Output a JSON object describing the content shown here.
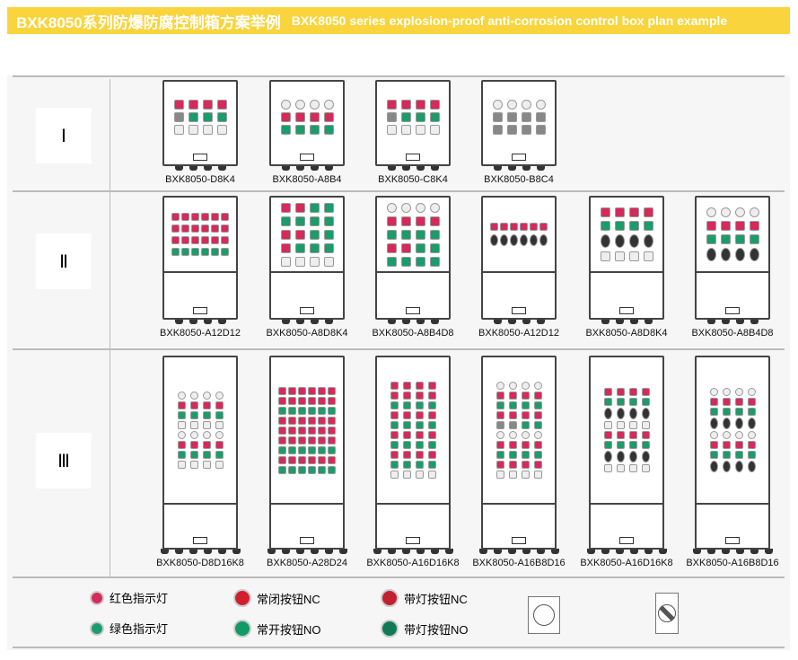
{
  "header": {
    "title_cn": "BXK8050系列防爆防腐控制箱方案举例",
    "title_en": "BXK8050 series explosion-proof anti-corrosion control box plan example"
  },
  "rows": [
    {
      "numeral": "Ⅰ",
      "models": [
        "BXK8050-D8K4",
        "BXK8050-A8B4",
        "BXK8050-C8K4",
        "BXK8050-B8C4"
      ]
    },
    {
      "numeral": "Ⅱ",
      "models": [
        "BXK8050-A12D12",
        "BXK8050-A8D8K4",
        "BXK8050-A8B4D8",
        "BXK8050-A12D12",
        "BXK8050-A8D8K4",
        "BXK8050-A8B4D8"
      ]
    },
    {
      "numeral": "Ⅲ",
      "models": [
        "BXK8050-D8D16K8",
        "BXK8050-A28D24",
        "BXK8050-A16D16K8",
        "BXK8050-A16B8D16",
        "BXK8050-A16D16K8",
        "BXK8050-A16B8D16"
      ]
    }
  ],
  "legend": [
    {
      "label": "红色指示灯",
      "color": "#d62a5a"
    },
    {
      "label": "绿色指示灯",
      "color": "#1c9c6a"
    },
    {
      "label": "常闭按钮NC",
      "color": "#d0202e"
    },
    {
      "label": "常开按钮NO",
      "color": "#109a66"
    },
    {
      "label": "带灯按钮NC",
      "color": "#c02030"
    },
    {
      "label": "带灯按钮NO",
      "color": "#107a56"
    }
  ],
  "legend_icons": [
    "push-button-icon",
    "selector-switch-icon"
  ]
}
